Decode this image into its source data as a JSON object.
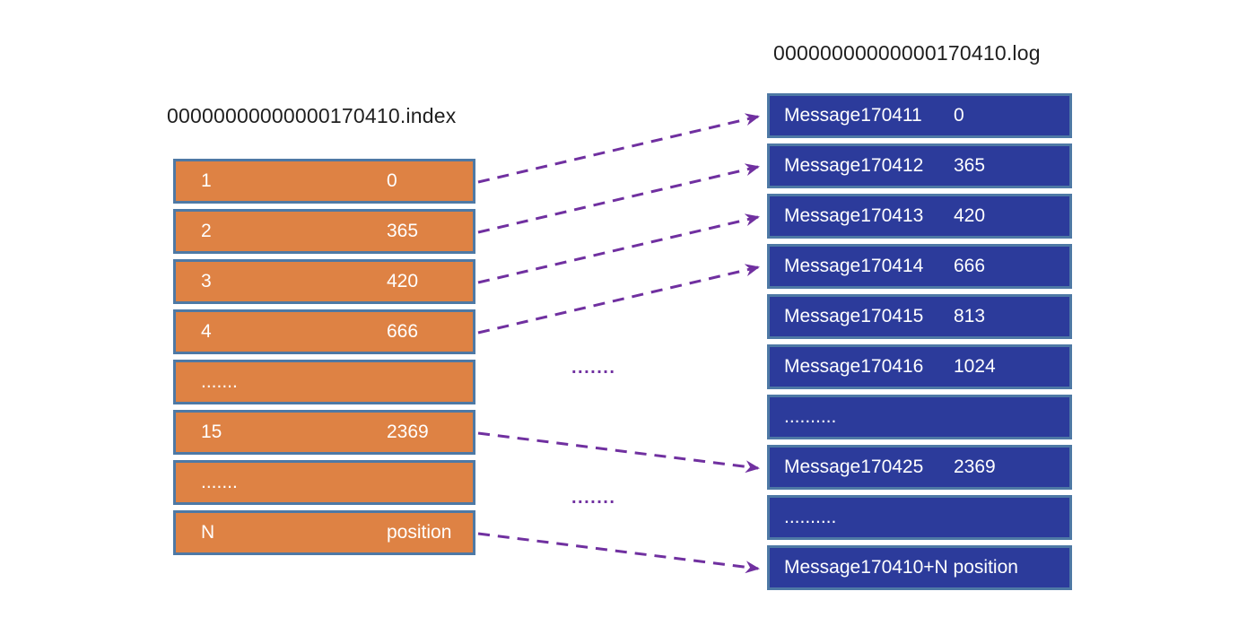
{
  "index_file": {
    "title": "00000000000000170410.index",
    "rows": [
      {
        "offset": "1",
        "position": "0"
      },
      {
        "offset": "2",
        "position": "365"
      },
      {
        "offset": "3",
        "position": "420"
      },
      {
        "offset": "4",
        "position": "666"
      },
      {
        "offset": ".......",
        "position": ""
      },
      {
        "offset": "15",
        "position": "2369"
      },
      {
        "offset": ".......",
        "position": ""
      },
      {
        "offset": "N",
        "position": "position"
      }
    ]
  },
  "log_file": {
    "title": "00000000000000170410.log",
    "rows": [
      {
        "message": "Message170411",
        "position": "0"
      },
      {
        "message": "Message170412",
        "position": "365"
      },
      {
        "message": "Message170413",
        "position": "420"
      },
      {
        "message": "Message170414",
        "position": "666"
      },
      {
        "message": "Message170415",
        "position": "813"
      },
      {
        "message": "Message170416",
        "position": "1024"
      },
      {
        "message": "..........",
        "position": ""
      },
      {
        "message": "Message170425",
        "position": "2369"
      },
      {
        "message": "..........",
        "position": ""
      },
      {
        "message": "Message170410+N position",
        "position": ""
      }
    ]
  },
  "links": [
    {
      "from_index_row": 0,
      "to_log_row": 0
    },
    {
      "from_index_row": 1,
      "to_log_row": 1
    },
    {
      "from_index_row": 2,
      "to_log_row": 2
    },
    {
      "from_index_row": 3,
      "to_log_row": 3
    },
    {
      "from_index_row": 5,
      "to_log_row": 7
    },
    {
      "from_index_row": 7,
      "to_log_row": 9
    }
  ],
  "middle_ellipsis": {
    "upper": ".......",
    "lower": "......."
  },
  "colors": {
    "index_fill": "#DE8244",
    "log_fill": "#2C3B9B",
    "box_border": "#4E79A5",
    "arrow": "#7030A0",
    "row_text": "#FFFFFF",
    "title_text": "#1F1F1F"
  }
}
